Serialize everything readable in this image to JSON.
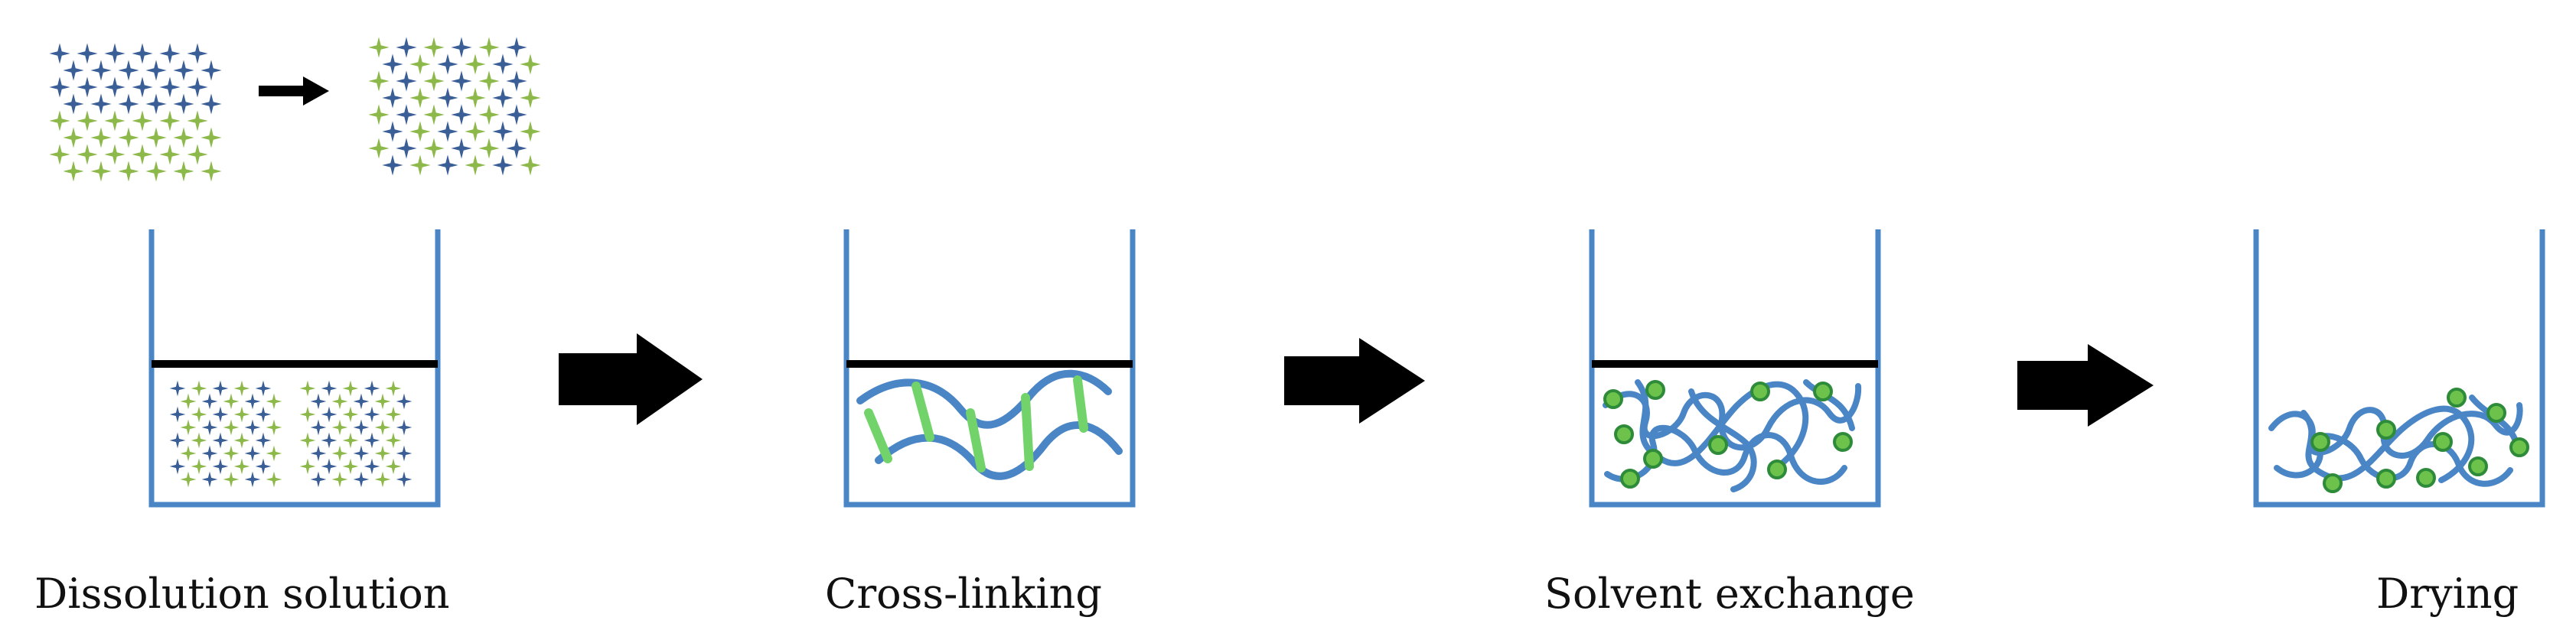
{
  "steps": [
    {
      "id": "dissolution",
      "label": "Dissolution solution"
    },
    {
      "id": "crosslinking",
      "label": "Cross-linking"
    },
    {
      "id": "solvent-exchange",
      "label": "Solvent exchange"
    },
    {
      "id": "drying",
      "label": "Drying"
    }
  ],
  "colors": {
    "polymer_blue": "#3A5E96",
    "polymer_green": "#8DB84A",
    "container": "#4A86C6",
    "chain": "#4A86C6",
    "crosslink": "#71D36A",
    "node_fill": "#6CC24A",
    "node_stroke": "#2E8B3A",
    "liquid_line": "#000000",
    "arrow": "#000000",
    "text": "#111111"
  },
  "icons": [
    "sparkle-star-icon",
    "right-arrow-icon",
    "beaker-icon",
    "polymer-chain-icon",
    "crosslink-bar-icon",
    "solvent-node-icon"
  ]
}
